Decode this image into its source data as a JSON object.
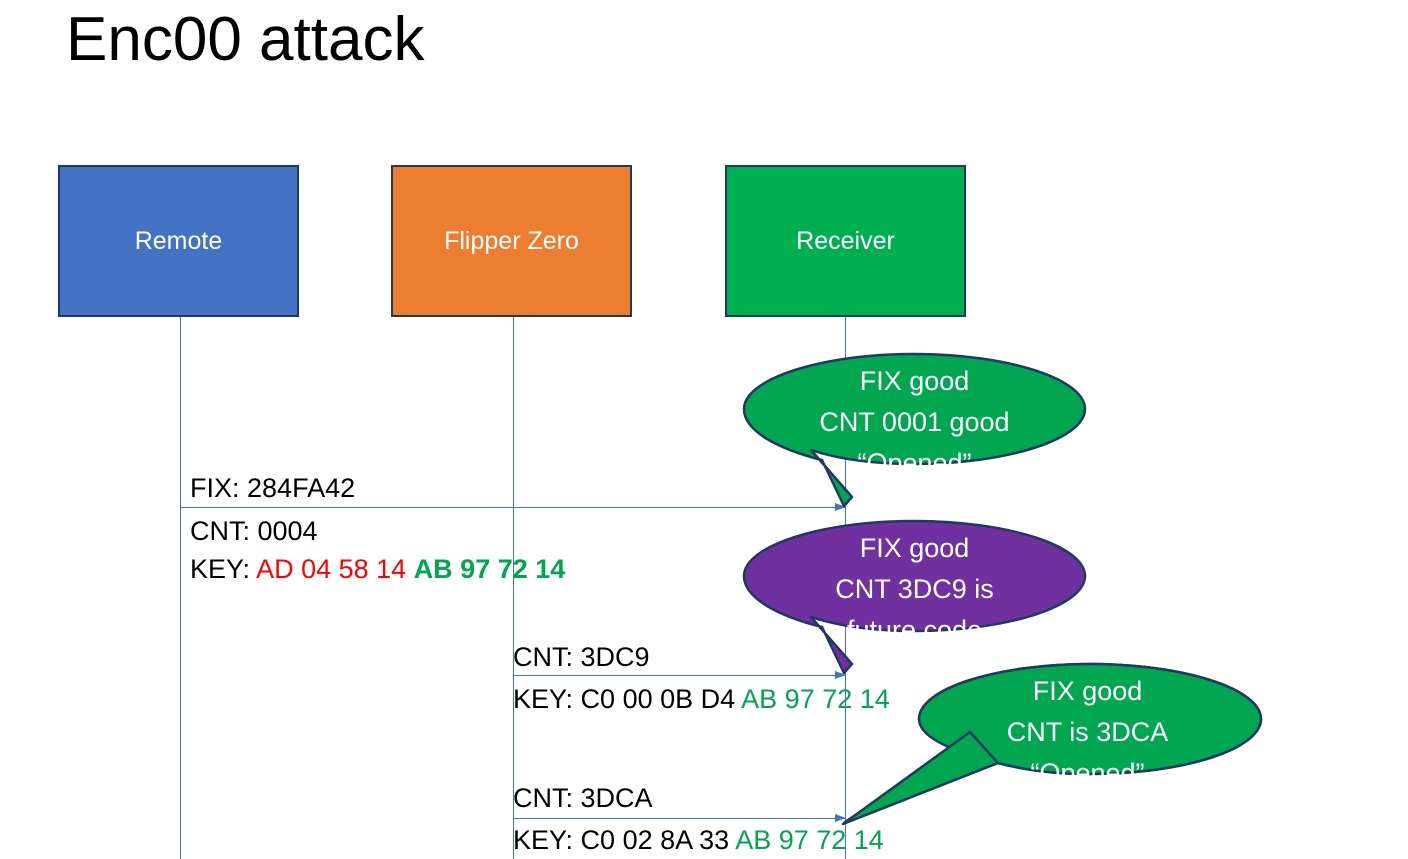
{
  "slide": {
    "title": "Enc00 attack"
  },
  "actors": [
    {
      "id": "remote",
      "label": "Remote",
      "color": "#4472C4"
    },
    {
      "id": "flipper",
      "label": "Flipper Zero",
      "color": "#ED7D31"
    },
    {
      "id": "receiver",
      "label": "Receiver",
      "color": "#00B050"
    }
  ],
  "colors": {
    "remote_blue": "#4472C4",
    "flipper_orange": "#ED7D31",
    "receiver_green": "#00B050",
    "bubble_green": "#00A650",
    "bubble_purple": "#7030A0",
    "lifeline_blue": "#4472C4",
    "box_outline": "#1F3864",
    "hex_red": "#FF0000",
    "hex_green": "#00A650",
    "text_black": "#000000"
  },
  "messages": [
    {
      "id": "msg-1",
      "from": "remote",
      "to": "receiver",
      "lines": [
        {
          "id": "fix",
          "prefix": "FIX: ",
          "plain": "284FA42"
        },
        {
          "id": "cnt",
          "prefix": "CNT: ",
          "plain": "0004"
        },
        {
          "id": "key",
          "prefix": "KEY: ",
          "red": "AD 04 58 14",
          "green": "AB 97 72 14"
        }
      ]
    },
    {
      "id": "msg-2",
      "from": "flipper",
      "to": "receiver",
      "lines": [
        {
          "id": "cnt",
          "prefix": "CNT: ",
          "plain": "3DC9"
        },
        {
          "id": "key",
          "prefix": "KEY: ",
          "black": "C0 00 0B D4",
          "green": "AB 97 72 14"
        }
      ]
    },
    {
      "id": "msg-3",
      "from": "flipper",
      "to": "receiver",
      "lines": [
        {
          "id": "cnt",
          "prefix": "CNT: ",
          "plain": "3DCA"
        },
        {
          "id": "key",
          "prefix": "KEY: ",
          "black": "C0 02 8A 33",
          "green": "AB 97 72 14"
        }
      ]
    }
  ],
  "bubbles": [
    {
      "id": "bubble-1",
      "color": "#00A650",
      "line1": "FIX good",
      "line2": "CNT 0001 good",
      "line3": "“Opened”"
    },
    {
      "id": "bubble-2",
      "color": "#7030A0",
      "line1": "FIX good",
      "line2": "CNT 3DC9 is",
      "line3": "future code"
    },
    {
      "id": "bubble-3",
      "color": "#00A650",
      "line1": "FIX good",
      "line2": "CNT is 3DCA",
      "line3": "“Opened”"
    }
  ]
}
